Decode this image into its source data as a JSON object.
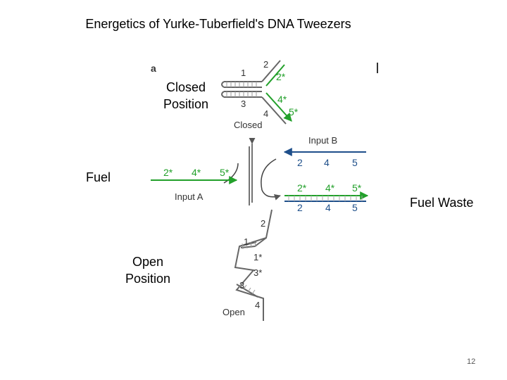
{
  "title": "Energetics of Yurke-Tuberfield's DNA Tweezers",
  "labels": {
    "closed_position": "Closed\nPosition",
    "fuel": "Fuel",
    "fuel_waste": "Fuel Waste",
    "open_position": "Open\nPosition"
  },
  "figure": {
    "panel_letter": "a",
    "closed_tag": "Closed",
    "open_tag": "Open",
    "input_a": "Input A",
    "input_b": "Input B",
    "closed_numbers": {
      "n1": "1",
      "n2": "2",
      "n3": "3",
      "n4": "4"
    },
    "closed_star": {
      "s2": "2*",
      "s4": "4*",
      "s5": "5*"
    },
    "fuel_star": {
      "s2": "2*",
      "s4": "4*",
      "s5": "5*"
    },
    "inputb_numbers": {
      "n2": "2",
      "n4": "4",
      "n5": "5"
    },
    "waste_star": {
      "s2": "2*",
      "s4": "4*",
      "s5": "5*"
    },
    "waste_numbers": {
      "n2": "2",
      "n4": "4",
      "n5": "5"
    },
    "open_numbers": {
      "n2": "2",
      "n1": "1",
      "n1s": "1*",
      "n3s": "3*",
      "n3": "3",
      "n4": "4"
    }
  },
  "colors": {
    "green_strand": "#22a02a",
    "blue_strand": "#1e4f8a",
    "gray_strand": "#666666"
  },
  "page_number": "12"
}
